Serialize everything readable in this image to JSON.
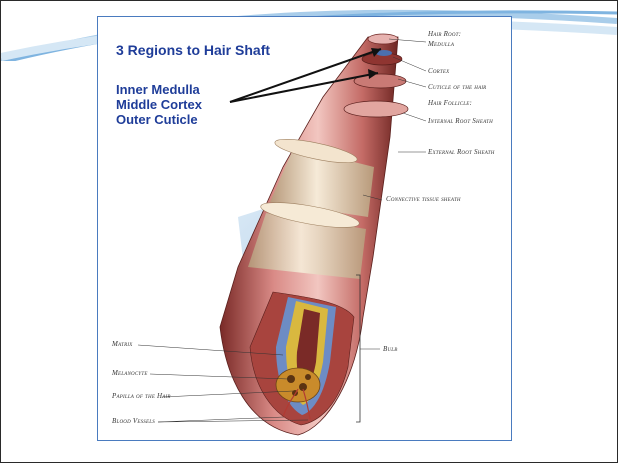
{
  "slide": {
    "title": "3 Regions to Hair Shaft",
    "regions": [
      "Inner Medulla",
      "Middle Cortex",
      "Outer Cuticle"
    ]
  },
  "figure": {
    "labels": {
      "hair_root": "Hair Root:",
      "medulla": "Medulla",
      "cortex": "Cortex",
      "cuticle": "Cuticle of the hair",
      "hair_follicle": "Hair Follicle:",
      "internal_root_sheath": "Internal Root Sheath",
      "external_root_sheath": "External Root Sheath",
      "connective_tissue_sheath": "Connective tissue sheath",
      "bulb": "Bulb",
      "matrix": "Matrix",
      "melanocyte": "Melanocyte",
      "papilla": "Papilla of the Hair",
      "blood_vessels": "Blood Vessels"
    }
  },
  "colors": {
    "title_blue": "#1f3d99",
    "frame_blue": "#4a7bbf",
    "swoosh_blue": "#7fb4e0",
    "sheath_pink": "#d98a86",
    "sheath_red": "#a8443e",
    "tissue_cream": "#efe0c8",
    "matrix_yellow": "#d9b83f"
  }
}
